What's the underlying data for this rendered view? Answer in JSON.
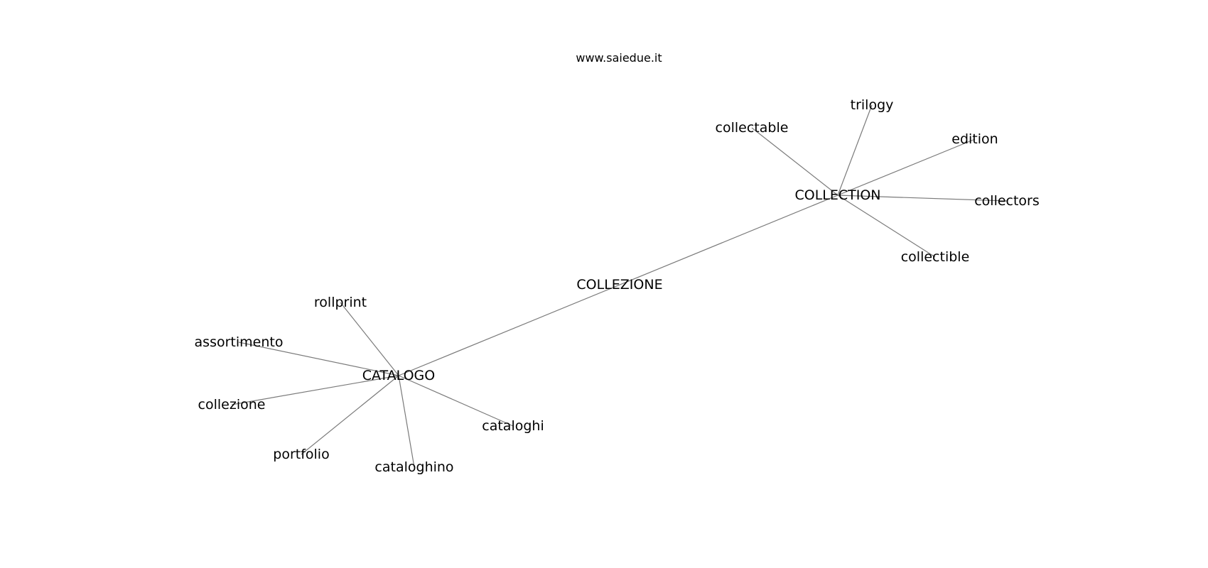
{
  "header": {
    "site": "www.saiedue.it"
  },
  "colors": {
    "edge": "#7a7a7a",
    "text": "#000000",
    "background": "#ffffff"
  },
  "graph": {
    "nodes": [
      {
        "id": "collezione",
        "label": "COLLEZIONE"
      },
      {
        "id": "catalogo",
        "label": "CATALOGO"
      },
      {
        "id": "collection",
        "label": "COLLECTION"
      },
      {
        "id": "rollprint",
        "label": "rollprint"
      },
      {
        "id": "assortimento",
        "label": "assortimento"
      },
      {
        "id": "collezione_it",
        "label": "collezione"
      },
      {
        "id": "portfolio",
        "label": "portfolio"
      },
      {
        "id": "cataloghino",
        "label": "cataloghino"
      },
      {
        "id": "cataloghi",
        "label": "cataloghi"
      },
      {
        "id": "collectable",
        "label": "collectable"
      },
      {
        "id": "trilogy",
        "label": "trilogy"
      },
      {
        "id": "edition",
        "label": "edition"
      },
      {
        "id": "collectors",
        "label": "collectors"
      },
      {
        "id": "collectible",
        "label": "collectible"
      }
    ],
    "edges": [
      {
        "from": "catalogo",
        "to": "collection"
      },
      {
        "from": "catalogo",
        "to": "rollprint"
      },
      {
        "from": "catalogo",
        "to": "assortimento"
      },
      {
        "from": "catalogo",
        "to": "collezione_it"
      },
      {
        "from": "catalogo",
        "to": "portfolio"
      },
      {
        "from": "catalogo",
        "to": "cataloghino"
      },
      {
        "from": "catalogo",
        "to": "cataloghi"
      },
      {
        "from": "collection",
        "to": "collectable"
      },
      {
        "from": "collection",
        "to": "trilogy"
      },
      {
        "from": "collection",
        "to": "edition"
      },
      {
        "from": "collection",
        "to": "collectors"
      },
      {
        "from": "collection",
        "to": "collectible"
      }
    ]
  }
}
